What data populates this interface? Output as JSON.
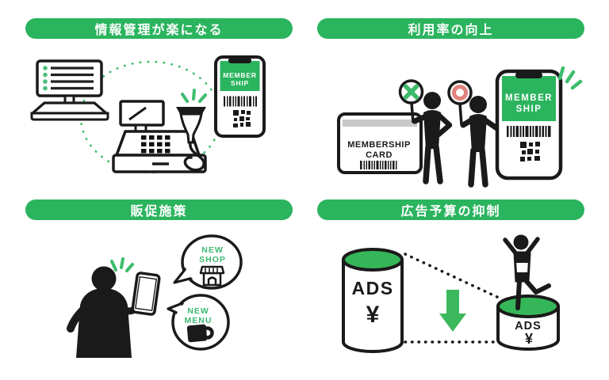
{
  "colors": {
    "brand_green": "#2bb45e",
    "cylinder_green": "#35b659",
    "sparkle_green": "#3dbd6d",
    "x_mark_green": "#3dba6a",
    "o_mark_red": "#e2837d",
    "ink_black": "#1a1a1a",
    "card_stripe_gray": "#c8c8c8",
    "bubble_text_green": "#3cb870"
  },
  "sections": {
    "info_management": {
      "title": "情報管理が楽になる",
      "phone": {
        "label_line1": "MEMBER",
        "label_line2": "SHIP"
      },
      "icons": [
        "desktop-computer-icon",
        "pos-register-icon",
        "barcode-scanner-icon",
        "smartphone-icon",
        "barcode-icon",
        "qr-code-icon",
        "sparkle-icon",
        "dotted-sync-circle"
      ]
    },
    "usage_rate": {
      "title": "利用率の向上",
      "card": {
        "line1": "MEMBERSHIP",
        "line2": "CARD"
      },
      "phone": {
        "label_line1": "MEMBER",
        "label_line2": "SHIP"
      },
      "icons": [
        "membership-card",
        "x-sign-paddle-icon",
        "o-sign-paddle-icon",
        "person-silhouette",
        "smartphone-icon",
        "barcode-icon",
        "qr-code-icon",
        "sparkle-icon"
      ]
    },
    "sales_promotion": {
      "title": "販促施策",
      "bubble_shop": {
        "line1": "NEW",
        "line2": "SHOP"
      },
      "bubble_menu": {
        "line1": "NEW",
        "line2": "MENU"
      },
      "icons": [
        "person-silhouette",
        "smartphone-icon",
        "speech-bubble",
        "shop-icon",
        "coffee-cup-icon",
        "sparkle-icon"
      ]
    },
    "ad_budget": {
      "title": "広告予算の抑制",
      "cylinder_large": {
        "label": "ADS",
        "currency": "¥"
      },
      "cylinder_small": {
        "label": "ADS",
        "currency": "¥"
      },
      "icons": [
        "ads-cylinder-icon",
        "down-arrow-icon",
        "cheering-person",
        "dotted-decline-lines"
      ]
    }
  }
}
